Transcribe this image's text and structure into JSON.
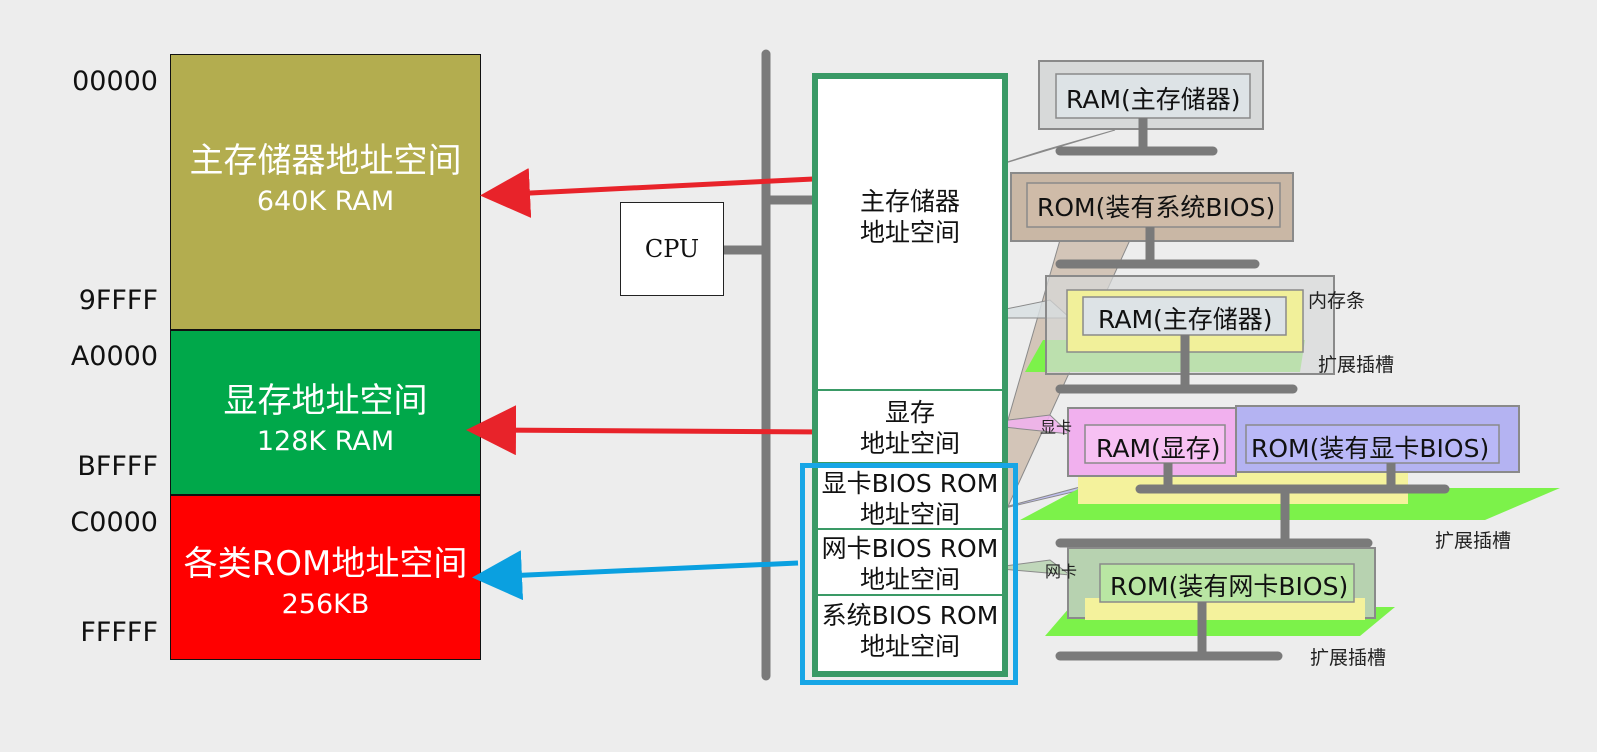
{
  "address_map": {
    "addresses": [
      "00000",
      "9FFFF",
      "A0000",
      "BFFFF",
      "C0000",
      "FFFFF"
    ],
    "segments": [
      {
        "name": "主存储器地址空间",
        "size": "640K RAM",
        "color": "#b3ad4f"
      },
      {
        "name": "显存地址空间",
        "size": "128K RAM",
        "color": "#00a84a"
      },
      {
        "name": "各类ROM地址空间",
        "size": "256KB",
        "color": "#ff0000"
      }
    ]
  },
  "cpu_label": "CPU",
  "address_space_column": {
    "cells": [
      {
        "line1": "主存储器",
        "line2": "地址空间"
      },
      {
        "line1": "显存",
        "line2": "地址空间"
      },
      {
        "line1": "显卡BIOS ROM",
        "line2": "地址空间"
      },
      {
        "line1": "网卡BIOS ROM",
        "line2": "地址空间"
      },
      {
        "line1": "系统BIOS ROM",
        "line2": "地址空间"
      }
    ]
  },
  "devices": {
    "board_ram": "RAM(主存储器)",
    "board_rom": "ROM(装有系统BIOS)",
    "dimm_ram": "RAM(主存储器)",
    "dimm_label": "内存条",
    "slot_label": "扩展插槽",
    "vga_ram": "RAM(显存)",
    "vga_rom": "ROM(装有显卡BIOS)",
    "vga_label": "显卡",
    "nic_rom": "ROM(装有网卡BIOS)",
    "nic_label": "网卡"
  },
  "colors": {
    "bus": "#7a7a7a",
    "red_arrow": "#e8232a",
    "blue_arrow": "#0aa0e0",
    "column_border": "#3a9a66",
    "rom_box_border": "#17a6e6"
  }
}
